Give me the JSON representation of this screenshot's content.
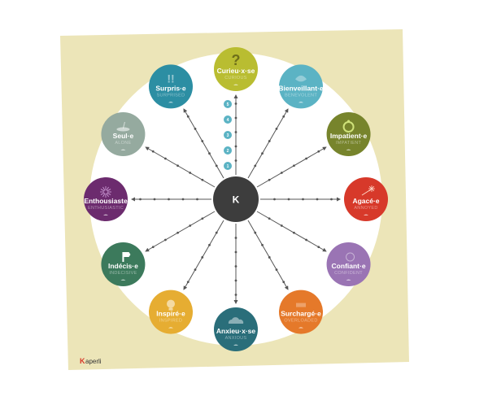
{
  "brand": {
    "logo_mark": "K",
    "logo_rest": "aperli",
    "center_mark": "K",
    "accent": "#d7392a"
  },
  "board": {
    "background": "#ece5b8",
    "circle": "#ffffff",
    "hub": "#3d3d3d",
    "spoke": "#555555"
  },
  "scale": {
    "levels": [
      "5",
      "4",
      "3",
      "2",
      "1"
    ],
    "color": "#5bb3c4"
  },
  "emotions": [
    {
      "label": "Curieu·x·se",
      "sub": "CURIOUS",
      "color": "#b9bd31",
      "icon": "question-mark-icon"
    },
    {
      "label": "Bienveillant·e",
      "sub": "BENEVOLENT",
      "color": "#5bb3c4",
      "icon": "heart-hands-icon"
    },
    {
      "label": "Impatient·e",
      "sub": "IMPATIENT",
      "color": "#77842c",
      "icon": "timer-icon"
    },
    {
      "label": "Agacé·e",
      "sub": "ANNOYED",
      "color": "#d7392a",
      "icon": "sparkler-icon"
    },
    {
      "label": "Confiant·e",
      "sub": "CONFIDENT",
      "color": "#9a74b4",
      "icon": "sun-icon"
    },
    {
      "label": "Surchargé·e",
      "sub": "OVERLOADED",
      "color": "#e5792a",
      "icon": "weights-icon"
    },
    {
      "label": "Anxieu·x·se",
      "sub": "ANXIOUS",
      "color": "#2a6e7a",
      "icon": "cloud-icon"
    },
    {
      "label": "Inspiré·e",
      "sub": "INSPIRED",
      "color": "#e6ad32",
      "icon": "lightbulb-icon"
    },
    {
      "label": "Indécis·e",
      "sub": "INDECISIVE",
      "color": "#3c7a5c",
      "icon": "signpost-icon"
    },
    {
      "label": "Enthousiaste",
      "sub": "ENTHUSIASTIC",
      "color": "#6c2b6e",
      "icon": "fireworks-icon"
    },
    {
      "label": "Seul·e",
      "sub": "ALONE",
      "color": "#95aa9f",
      "icon": "island-icon"
    },
    {
      "label": "Surpris·e",
      "sub": "SURPRISED",
      "color": "#2c8ea3",
      "icon": "exclamation-icon"
    }
  ]
}
